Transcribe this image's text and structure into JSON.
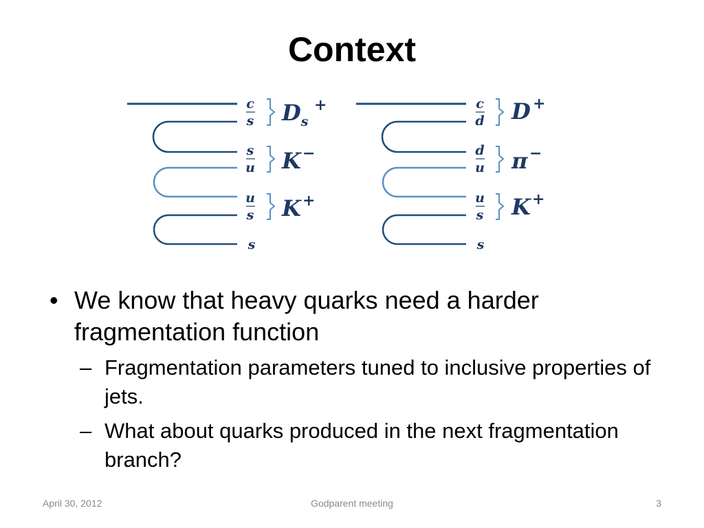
{
  "title": "Context",
  "diagram_left": {
    "pairs": [
      {
        "top": "c",
        "bottom": "s",
        "hadron": "D",
        "hadron_sub": "s",
        "hadron_sup": "+"
      },
      {
        "top": "s",
        "bottom": "u",
        "hadron": "K",
        "hadron_sub": "",
        "hadron_sup": "−"
      },
      {
        "top": "u",
        "bottom": "s",
        "hadron": "K",
        "hadron_sub": "",
        "hadron_sup": "+"
      }
    ],
    "last": "s"
  },
  "diagram_right": {
    "pairs": [
      {
        "top": "c",
        "bottom": "d",
        "hadron": "D",
        "hadron_sub": "",
        "hadron_sup": "+"
      },
      {
        "top": "d",
        "bottom": "u",
        "hadron": "π",
        "hadron_sub": "",
        "hadron_sup": "−"
      },
      {
        "top": "u",
        "bottom": "s",
        "hadron": "K",
        "hadron_sub": "",
        "hadron_sup": "+"
      }
    ],
    "last": "s"
  },
  "bullets": [
    {
      "text": "We know that heavy quarks need a harder fragmentation function",
      "sub": [
        "Fragmentation parameters tuned to inclusive properties of jets.",
        "What about quarks produced in the next fragmentation branch?"
      ]
    }
  ],
  "footer": {
    "date": "April 30, 2012",
    "center": "Godparent meeting",
    "page": "3"
  },
  "colors": {
    "text": "#000000",
    "dark_line": "#1f4e79",
    "light_line": "#5b8fc7",
    "label": "#1f3864",
    "footer": "#8a8a8a"
  },
  "bullet_mark": "•",
  "sub_mark": "–"
}
